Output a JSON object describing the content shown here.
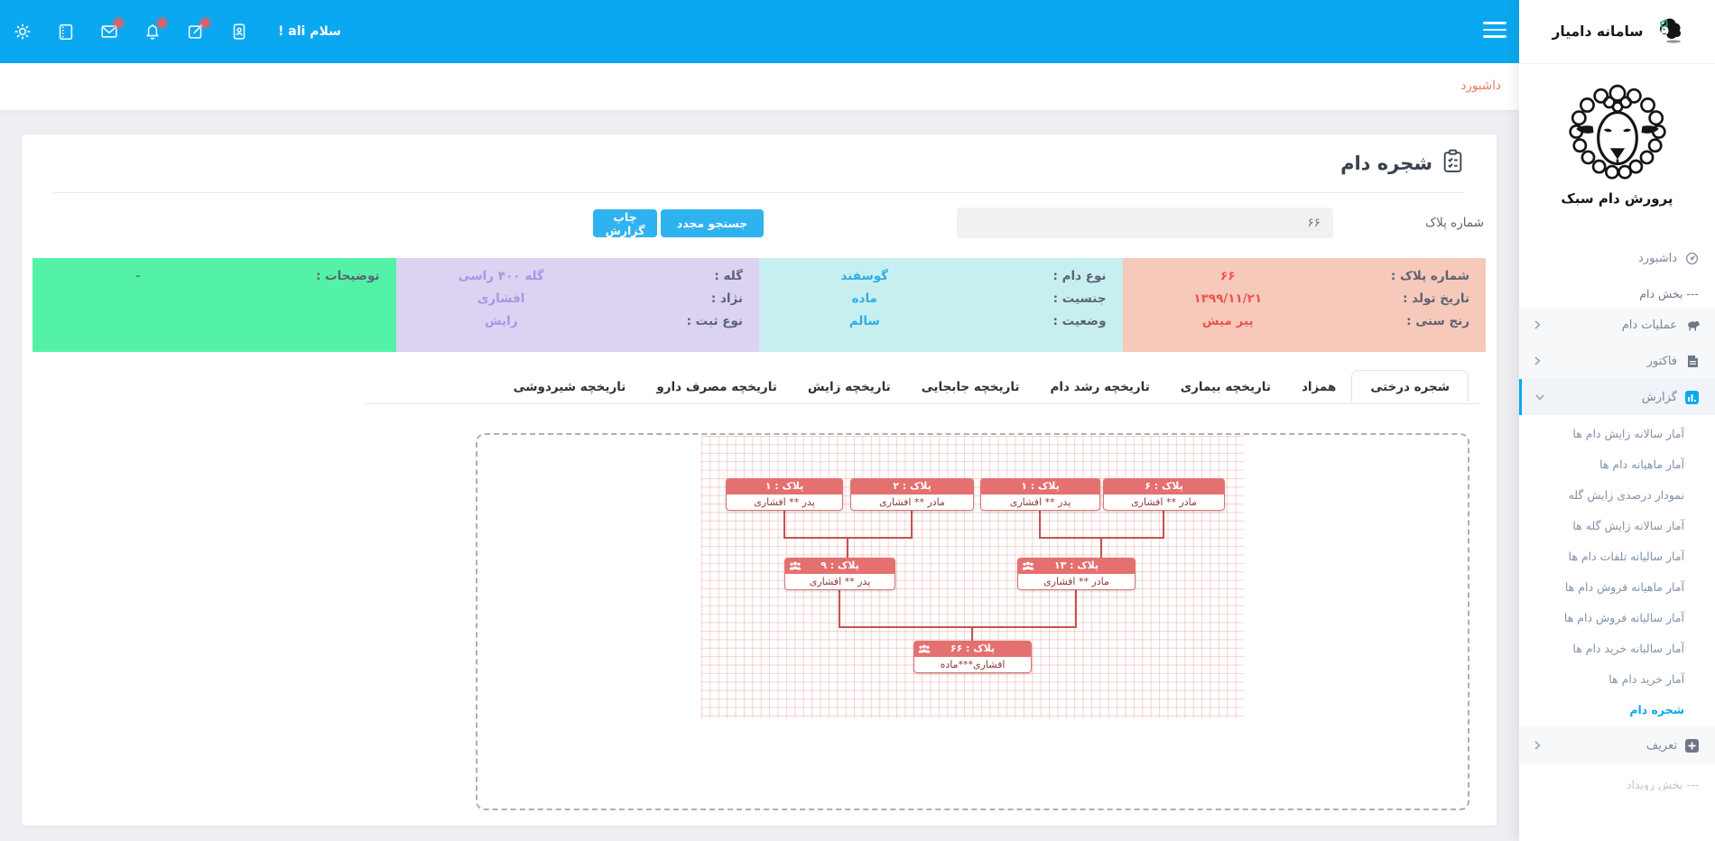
{
  "colors": {
    "topbar": "#0AA8F0",
    "accent": "#0AA8F0",
    "button": "#2FB3F0",
    "breadcrumb_link": "#EA7B63",
    "notification_dot": "#F25B5B",
    "node_header": "#E57070",
    "connector": "#C2544E",
    "block_identity_bg": "#F6C9BA",
    "block_type_bg": "#C8EFF0",
    "block_herd_bg": "#DCD3F3",
    "block_notes_bg": "#54F2A7"
  },
  "topbar": {
    "greeting": "سلام ali !"
  },
  "breadcrumb": {
    "active": "داشبورد"
  },
  "sidebar": {
    "brand": "سامانه دامیار",
    "tagline": "پرورش دام سبک",
    "dashboard": "داشبورد",
    "section_livestock": "--- بخش دام",
    "groups": {
      "operations": "عملیات دام",
      "invoice": "فاکتور",
      "report": "گزارش",
      "definition": "تعریف"
    },
    "report_items": [
      "آمار سالانه زایش دام ها",
      "آمار ماهیانه دام ها",
      "نمودار درصدی زایش گله",
      "آمار سالانه زایش گله ها",
      "آمار سالیانه تلفات دام ها",
      "آمار ماهیانه فروش دام ها",
      "آمار سالیانه فروش دام ها",
      "آمار سالیانه خرید دام ها",
      "آمار خرید دام ها",
      "شجره دام"
    ],
    "section_events": "--- بخش رویداد"
  },
  "page": {
    "title": "شجره دام",
    "plate_label": "شماره پلاک",
    "plate_value": "۶۶",
    "search_button": "جستجو مجدد",
    "print_button": "چاپ گزارش",
    "info": {
      "identity": {
        "rows": [
          {
            "label": "شماره پلاک :",
            "value": "۶۶"
          },
          {
            "label": "تاریخ تولد :",
            "value": "۱۳۹۹/۱۱/۲۱"
          },
          {
            "label": "رنج سنی :",
            "value": "پیر میش"
          }
        ]
      },
      "type": {
        "rows": [
          {
            "label": "نوع دام :",
            "value": "گوسفند"
          },
          {
            "label": "جنسیت :",
            "value": "ماده"
          },
          {
            "label": "وضعیت :",
            "value": "سالم"
          }
        ]
      },
      "herd": {
        "rows": [
          {
            "label": "گله :",
            "value": "گله ۴۰۰ راسی"
          },
          {
            "label": "نژاد :",
            "value": "افشاری"
          },
          {
            "label": "نوع ثبت :",
            "value": "زایش"
          }
        ]
      },
      "notes": {
        "rows": [
          {
            "label": "توضیحات :",
            "value": "-"
          }
        ]
      }
    },
    "tabs": [
      "شجره درختی",
      "همزاد",
      "تاریخچه بیماری",
      "تاریخچه رشد دام",
      "تاریخچه جابجایی",
      "تاریخچه زایش",
      "تاریخچه مصرف دارو",
      "تاریخچه شیردوشی"
    ],
    "tree": {
      "nodes": [
        {
          "title": "پلاک : ۱",
          "subtitle": "پدر ** افشاری"
        },
        {
          "title": "پلاک : ۲",
          "subtitle": "مادر ** افشاری"
        },
        {
          "title": "پلاک : ۱",
          "subtitle": "پدر ** افشاری"
        },
        {
          "title": "پلاک : ۶",
          "subtitle": "مادر ** افشاری"
        },
        {
          "title": "پلاک : ۹",
          "subtitle": "پدر ** افشاری"
        },
        {
          "title": "پلاک : ۱۳",
          "subtitle": "مادر ** افشاری"
        },
        {
          "title": "پلاک : ۶۶",
          "subtitle": "افشاری***ماده"
        }
      ]
    }
  }
}
